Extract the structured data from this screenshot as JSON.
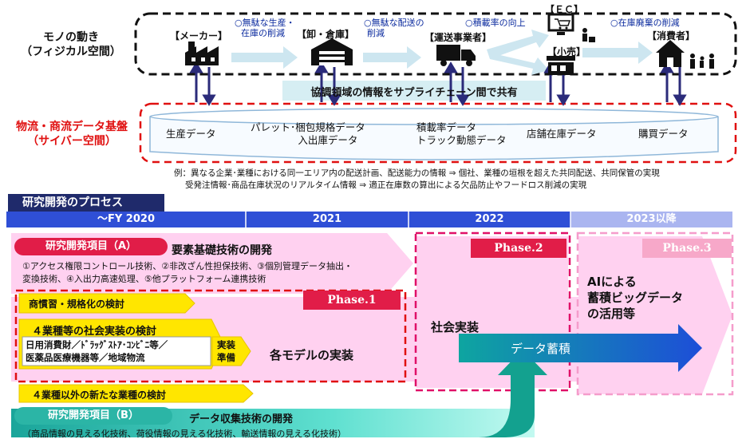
{
  "physical": {
    "title_line1": "モノの動き",
    "title_line2": "（フィジカル空間）",
    "nodes": {
      "maker": "【メーカー】",
      "wholesale": "【卸・倉庫】",
      "transport": "【運送事業者】",
      "ec": "【ＥＣ】",
      "retail": "【小売】",
      "consumer": "【消費者】"
    },
    "notes": {
      "note1_line1": "○無駄な生産・",
      "note1_line2": "在庫の削減",
      "note2_line1": "○無駄な配送の",
      "note2_line2": "削減",
      "note3": "○積載率の向上",
      "note4": "○在庫廃棄の削減"
    },
    "share_banner": "協調領域の情報をサプライチェーン間で共有"
  },
  "cyber": {
    "title_line1": "物流・商流データ基盤",
    "title_line2": "（サイバー空間）",
    "data_items": {
      "d1": "生産データ",
      "d2_line1": "パレット･梱包規格データ",
      "d2_line2": "入出庫データ",
      "d3_line1": "積載率データ",
      "d3_line2": "トラック動態データ",
      "d4": "店舗在庫データ",
      "d5": "購買データ"
    },
    "example_line1": "例：異なる企業･業種における同一エリア内の配送計画、配送能力の情報 ⇒ 個社、業種の垣根を超えた共同配送、共同保管の実現",
    "example_line2": "受発注情報･商品在庫状況のリアルタイム情報 ⇒  適正在庫数の算出による欠品防止やフードロス削減の実現"
  },
  "rd": {
    "title": "研究開発のプロセス",
    "years": {
      "y1": "～FY 2020",
      "y2": "2021",
      "y3": "2022",
      "y4": "2023以降"
    },
    "item_a": {
      "label": "研究開発項目（A）",
      "title": "要素基礎技術の開発",
      "desc_line1": "①アクセス権限コントロール技術、②非改ざん性担保技術、③個別管理データ抽出・",
      "desc_line2": "変換技術、④入出力高速処理、⑤他プラットフォーム連携技術"
    },
    "standardization": "商慣習・規格化の検討",
    "phase1": "Phase.1",
    "phase2": "Phase.2",
    "phase3": "Phase.3",
    "four_industries": "４業種等の社会実装の検討",
    "industries_line1": "日用消費財／ﾄﾞﾗｯｸﾞｽﾄｱ･ｺﾝﾋﾞﾆ等／",
    "industries_line2": "医薬品医療機器等／地域物流",
    "prep_line1": "実装",
    "prep_line2": "準備",
    "models": "各モデルの実装",
    "social": "社会実装",
    "accumulation": "データ蓄積",
    "ai_line1": "AIによる",
    "ai_line2": "蓄積ビッグデータ",
    "ai_line3": "の活用等",
    "other_industries": "４業種以外の新たな業種の検討",
    "item_b": {
      "label": "研究開発項目（B）",
      "title": "データ収集技術の開発",
      "desc": "（商品情報の見える化技術、荷役情報の見える化技術、輸送情報の見える化技術）"
    }
  },
  "colors": {
    "navy": "#1f2a6b",
    "crimson": "#e11d48",
    "pink_fill": "#ffd1f0",
    "red_dash": "#e01010",
    "teal": "#14b8a6"
  }
}
